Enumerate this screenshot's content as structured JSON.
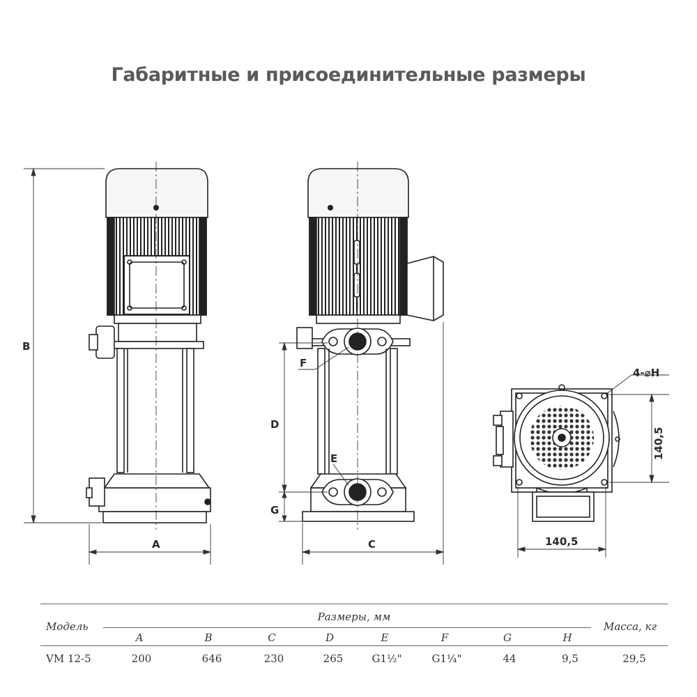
{
  "title": "Габаритные и присоединительные размеры",
  "dimension_labels": {
    "a": "A",
    "b": "B",
    "c": "C",
    "d": "D",
    "e": "E",
    "f": "F",
    "g": "G",
    "holes": "4-⌀H",
    "flange_width": "140,5",
    "flange_height": "140,5"
  },
  "table": {
    "model_header": "Модель",
    "dimensions_header": "Размеры, мм",
    "mass_header": "Масса, кг",
    "columns": [
      "A",
      "B",
      "C",
      "D",
      "E",
      "F",
      "G",
      "H"
    ],
    "rows": [
      {
        "model": "VM 12-5",
        "values": [
          "200",
          "646",
          "230",
          "265",
          "G1½\"",
          "G1¼\"",
          "44",
          "9,5"
        ],
        "mass": "29,5"
      }
    ]
  }
}
